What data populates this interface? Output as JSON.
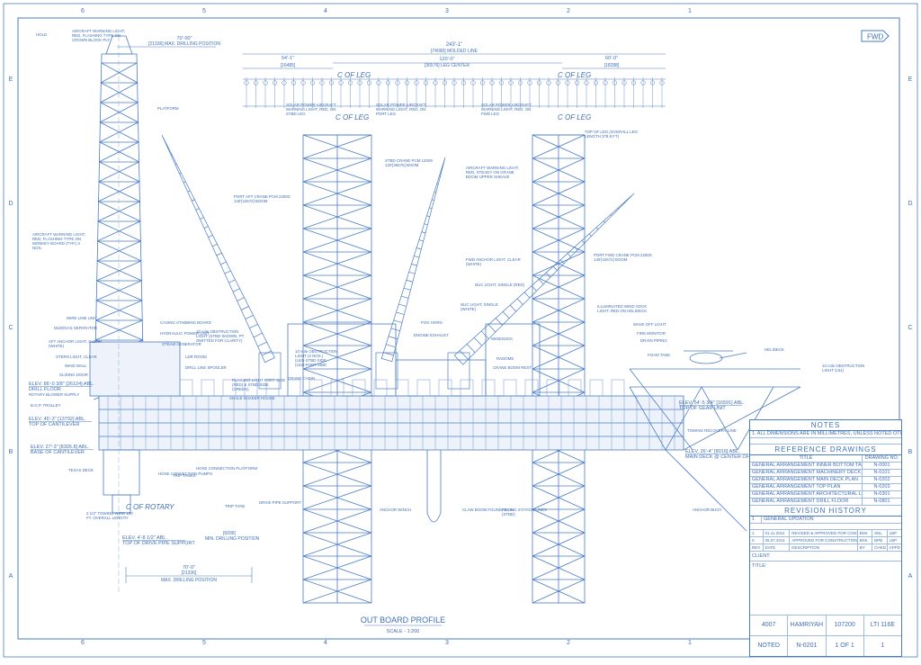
{
  "border": {
    "columns": [
      "6",
      "5",
      "4",
      "3",
      "2",
      "1"
    ],
    "rows": [
      "E",
      "D",
      "C",
      "B",
      "A"
    ]
  },
  "fwd_label": "FWD",
  "top_dims": {
    "overall_line1": "243'-1\"",
    "overall_line2": "[74090] MOLDED LINE",
    "leg_center_line1": "120'-0\"",
    "leg_center_line2": "[36576] LEG CENTER",
    "left_dim_line1": "54'-1\"",
    "left_dim_line2": "[16485]",
    "right_dim_line1": "60'-0\"",
    "right_dim_line2": "[18288]",
    "derrick_dim_line1": "70'-00\"",
    "derrick_dim_line2": "[21336] MAX. DRILLING POSITION"
  },
  "cof_leg_labels": [
    "C OF LEG",
    "C OF LEG",
    "C OF LEG",
    "C OF LEG"
  ],
  "cof_rotary": "C OF ROTARY",
  "title_block": {
    "notes_title": "NOTES",
    "notes": [
      "1. ALL DIMENSIONS ARE IN MILLIMETRES, UNLESS NOTED OTHERWISE."
    ],
    "ref_title": "REFERENCE DRAWINGS",
    "ref_headers": [
      "TITLE",
      "DRAWING NO."
    ],
    "ref_rows": [
      [
        "GENERAL ARRANGEMENT INNER BOTTOM TANK",
        "N-0001"
      ],
      [
        "GENERAL ARRANGEMENT MACHINERY DECK",
        "N-0101"
      ],
      [
        "GENERAL ARRANGEMENT MAIN DECK PLAN",
        "N-0202"
      ],
      [
        "GENERAL ARRANGEMENT TOP PLAN",
        "N-0203"
      ],
      [
        "GENERAL ARRANGEMENT ARCHITECTURAL LAYOUT",
        "N-0301"
      ],
      [
        "GENERAL ARRANGEMENT DRILL FLOOR",
        "N-0801"
      ]
    ],
    "rev_title": "REVISION HISTORY",
    "rev_rows": [
      [
        "1",
        "GENERAL UPDATION"
      ]
    ],
    "issue_rows": [
      [
        "1",
        "01.11.2011",
        "REVISED & APPROVED FOR CONSTRUCTION",
        "BSK",
        "SNL",
        "LBP"
      ],
      [
        "0",
        "05.07.2011",
        "APPROVED FOR CONSTRUCTION",
        "BSK",
        "BPB",
        "LBP"
      ],
      [
        "REV",
        "DATE",
        "DESCRIPTION",
        "BY",
        "CHKD",
        "APPD"
      ]
    ],
    "client_label": "CLIENT:",
    "title_label": "TITLE:",
    "footer_top": [
      "4007",
      "HAMRIYAH",
      "107200",
      "LTI 116E"
    ],
    "footer_bottom": [
      "NOTED",
      "N-0201",
      "1 OF 1",
      "1"
    ]
  },
  "drawing_title": "OUT BOARD PROFILE",
  "drawing_scale": "SCALE - 1:200",
  "elevations": [
    "ELEV. 86'-0 3/8\" [26124] ABL.",
    "ELEV. 45'-3\" [13792] ABL.",
    "ELEV. 27'-3\" [8305.8] ABL.",
    "ELEV. 4'-8 1/2\" ABL.",
    "ELEV. 54'-5 3/4\" [16591] ABL.",
    "ELEV. 26'-4\" [8016] ABL."
  ],
  "elevation_notes": [
    "DRILL FLOOR",
    "TOP OF CANTILEVER",
    "BASE OF CANTILEVER",
    "TOP OF DRIVE PIPE SUPPORT",
    "TOP OF GEAR UNIT",
    "MAIN DECK @ CENTER OF RIG"
  ],
  "callouts": [
    "AIRCRAFT WARNING LIGHT, RED, FLASHING TYPE ON CROWN BLOCK PLT.",
    "PLATFORM",
    "AIRCRAFT WARNING LIGHT, RED, FLASHING TYPE ON MONKEY BOARD (TYP.) 4 NOS.",
    "PORT AFT CRANE PCM 2200S 140'[42672] BOOM",
    "SOLAR POWER AIRCRAFT WARNING LIGHT, RED, ON STBD LEG",
    "SOLAR POWER AIRCRAFT WARNING LIGHT, RED, ON PORT LEG",
    "SOLAR POWER AIRCRAFT WARNING LIGHT, RED, ON FWD LEG",
    "TOP OF LEG (OVERALL LEG LENGTH 378.8 FT)",
    "STBD CRANE PCM 1200S 120'[36576] BOOM",
    "AIRCRAFT WARNING LIGHT, RED, STEADY ON CRANE BOOM UPPER SHEAVE",
    "PORT FWD CRANE PCM 2200S 140'[42672] BOOM",
    "FWD ANCHOR LIGHT, CLEAR (WHITE)",
    "NUC LIGHT, SINGLE (RED)",
    "NUC LIGHT, SINGLE (WHITE)",
    "ILLUMINATED WIND SOCK LIGHT, RED ON HELIDECK",
    "WAVE OFF LIGHT",
    "FIRE MONITOR",
    "DRAIN PIPING",
    "FOAM TANK",
    "HELIDECK",
    "10 mile OBSTRUCTION LIGHT (L51)",
    "WIRE LINE UNIT",
    "MUD/GAS SEPARATOR",
    "AFT ANCHOR LIGHT, CLEAR (WHITE)",
    "STERN LIGHT, CLEAR",
    "WIND WALL",
    "SLIDING DOOR",
    "ROTARY BLOWER SUPPLY",
    "B.O.P. TROLLEY",
    "CASING STABBING BOARD",
    "HYDRAULIC POWER UNIT",
    "STEAM GENERATOR",
    "10 mile OBSTRUCTION LIGHT (STBD SHOWN, PT. OMITTED FOR CLARITY)",
    "LDR ROOM",
    "DRILL LINE SPOOLER",
    "RUNNING LIGHT PORT SIDE (RED) & STBD SIDE (GREEN)",
    "SHALE SHAKER HOUSE",
    "CRANE CABIN",
    "10 mile OBSTRUCTION LIGHT (2 NOS.) (L52)-STBD SIDE (L53)-PORT SIDE",
    "FOG HORN",
    "ENGINE EXHAUST",
    "RADOME",
    "CRANE BOOM REST",
    "WINDSOCK",
    "TOWING RECOVERY LINE",
    "TEXAS DECK",
    "TRIP TANKS",
    "HOSE CONNECTION PUMPS",
    "HOSE CONNECTION PLATFORM",
    "TRIP TANK",
    "DRIVE PIPE SUPPORT",
    "ANCHOR WINCH",
    "CLAW BOOM FOUNDATION",
    "FILLING STATION LINES (STBD)",
    "ANCHOR BUOY",
    "2 1/2\" TOWING WIRE 100 FT. OVERALL LENGTH",
    "HOLD"
  ],
  "bottom_dims": {
    "line1": "70'-0\"",
    "line2": "[21336]",
    "line3": "MAX. DRILLING POSITION",
    "drive_dim": "[6096]",
    "drive_note": "MIN. DRILLING POSITION"
  },
  "colors": {
    "line": "#4a7cc4",
    "text": "#3f6fb8",
    "background": "#ffffff"
  }
}
